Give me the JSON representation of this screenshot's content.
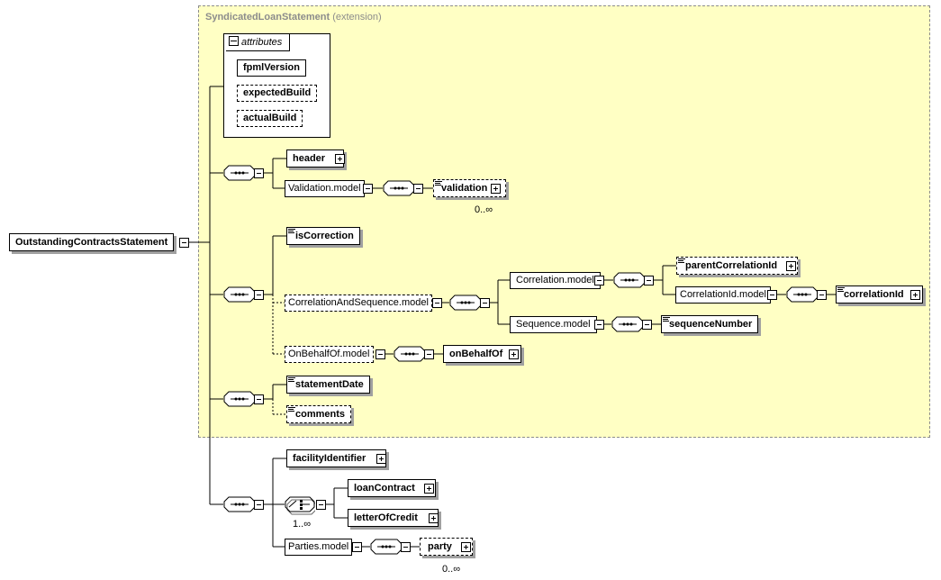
{
  "root": {
    "label": "OutstandingContractsStatement"
  },
  "extension": {
    "name": "SyndicatedLoanStatement",
    "note": "(extension)"
  },
  "attributes": {
    "header": "attributes",
    "items": [
      "fpmlVersion",
      "expectedBuild",
      "actualBuild"
    ]
  },
  "group1": {
    "header": "header",
    "validation_model": "Validation.model",
    "validation": "validation",
    "validation_card": "0..∞"
  },
  "group2": {
    "is_correction": "isCorrection",
    "corr_seq_model": "CorrelationAndSequence.model",
    "correlation_model": "Correlation.model",
    "parent_correlation_id": "parentCorrelationId",
    "correlation_id_model": "CorrelationId.model",
    "correlation_id": "correlationId",
    "sequence_model": "Sequence.model",
    "sequence_number": "sequenceNumber",
    "on_behalf_of_model": "OnBehalfOf.model",
    "on_behalf_of": "onBehalfOf"
  },
  "group3": {
    "statement_date": "statementDate",
    "comments": "comments"
  },
  "group4": {
    "facility_identifier": "facilityIdentifier",
    "choice_card": "1..∞",
    "loan_contract": "loanContract",
    "letter_of_credit": "letterOfCredit",
    "parties_model": "Parties.model",
    "party": "party",
    "party_card": "0..∞"
  }
}
